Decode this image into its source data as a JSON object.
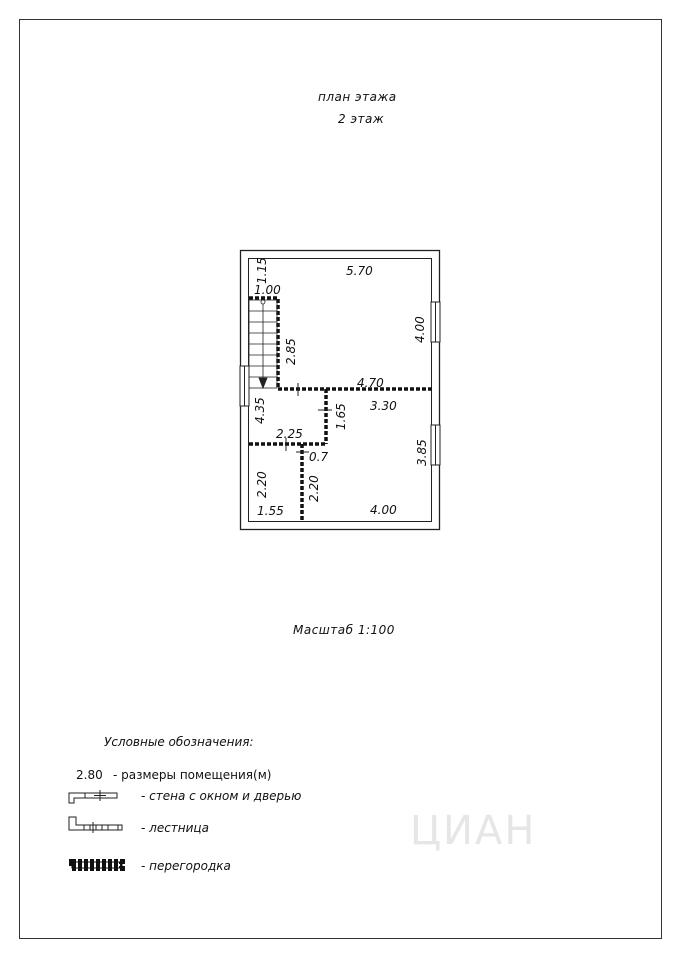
{
  "header": {
    "line1": "план этажа",
    "line2": "2 этаж"
  },
  "plan": {
    "dims": {
      "top_width": "5.70",
      "d115": "1.15",
      "d100": "1.00",
      "right_upper": "4.00",
      "stair_len": "2.85",
      "d470": "4.70",
      "d330": "3.30",
      "left_435": "4.35",
      "d165": "1.65",
      "d225": "2.25",
      "d07": "0.7",
      "right_lower": "3.85",
      "left_220": "2.20",
      "mid_220": "2.20",
      "d155": "1.55",
      "bottom_400": "4.00"
    }
  },
  "scale": {
    "label": "Масштаб 1:100"
  },
  "legend": {
    "heading": "Условные обозначения:",
    "item_dims_sample": "2.80",
    "item_dims": "- размеры помещения(м)",
    "item_wall": "- стена с окном и дверью",
    "item_stairs": "- лестница",
    "item_partition": "- перегородка"
  },
  "watermark": {
    "text": "ЦИАН"
  }
}
